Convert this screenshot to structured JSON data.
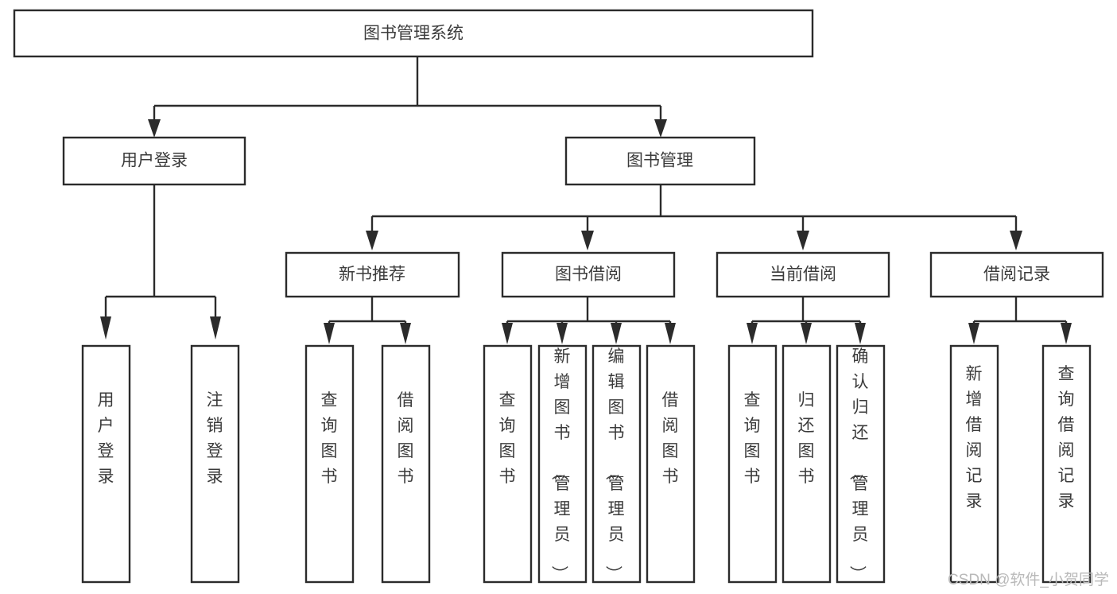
{
  "diagram": {
    "title": "图书管理系统",
    "type": "tree-hierarchy-chart",
    "root": {
      "id": "root",
      "label": "图书管理系统"
    },
    "level2": [
      {
        "id": "user-login",
        "label": "用户登录"
      },
      {
        "id": "book-management",
        "label": "图书管理"
      }
    ],
    "level3": [
      {
        "id": "new-book-recommend",
        "label": "新书推荐"
      },
      {
        "id": "book-borrow",
        "label": "图书借阅"
      },
      {
        "id": "current-borrow",
        "label": "当前借阅"
      },
      {
        "id": "borrow-record",
        "label": "借阅记录"
      }
    ],
    "leaves": {
      "user_login": [
        {
          "id": "leaf-user-login",
          "label": "用户登录"
        },
        {
          "id": "leaf-logout-login",
          "label": "注销登录"
        }
      ],
      "new_book_recommend": [
        {
          "id": "leaf-query-book-1",
          "label": "查询图书"
        },
        {
          "id": "leaf-borrow-book-1",
          "label": "借阅图书"
        }
      ],
      "book_borrow": [
        {
          "id": "leaf-query-book-2",
          "label": "查询图书"
        },
        {
          "id": "leaf-add-book",
          "label": "新增图书（管理员）"
        },
        {
          "id": "leaf-edit-book",
          "label": "编辑图书（管理员）"
        },
        {
          "id": "leaf-borrow-book-2",
          "label": "借阅图书"
        }
      ],
      "current_borrow": [
        {
          "id": "leaf-query-book-3",
          "label": "查询图书"
        },
        {
          "id": "leaf-return-book",
          "label": "归还图书"
        },
        {
          "id": "leaf-confirm-return",
          "label": "确认归还（管理员）"
        }
      ],
      "borrow_record": [
        {
          "id": "leaf-add-record",
          "label": "新增借阅记录"
        },
        {
          "id": "leaf-query-record",
          "label": "查询借阅记录"
        }
      ]
    }
  },
  "watermark": {
    "text": "CSDN @软件_小贺同学"
  },
  "colors": {
    "box_stroke": "#2b2b2b",
    "box_fill": "#ffffff",
    "text": "#3b3b3b",
    "connector": "#2b2b2b",
    "watermark": "#b9b9b9",
    "background": "#ffffff"
  }
}
